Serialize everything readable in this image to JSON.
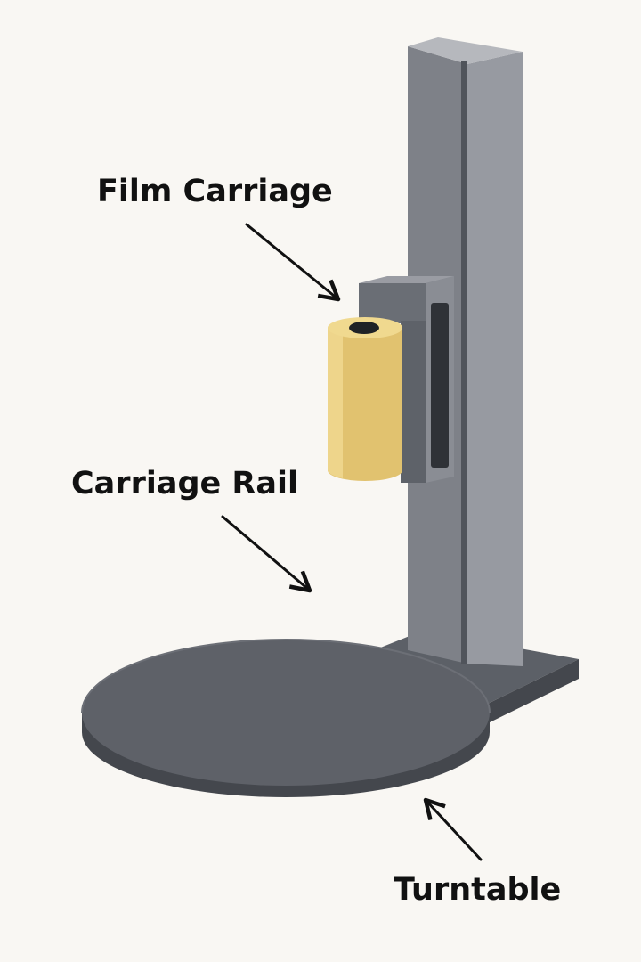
{
  "labels": {
    "film_carriage": "Film Carriage",
    "carriage_rail": "Carriage Rail",
    "turntable": "Turntable"
  },
  "colors": {
    "background": "#f9f7f3",
    "film_roll": "#e1c26f",
    "machine_body": "#7d8087",
    "machine_dark": "#50545b",
    "arrow": "#111111"
  }
}
